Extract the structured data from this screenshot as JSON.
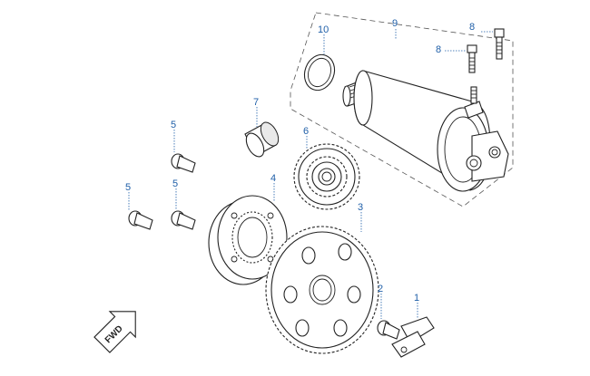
{
  "diagram": {
    "callouts": [
      {
        "id": "c1",
        "label": "1"
      },
      {
        "id": "c2",
        "label": "2"
      },
      {
        "id": "c3",
        "label": "3"
      },
      {
        "id": "c4",
        "label": "4"
      },
      {
        "id": "c5a",
        "label": "5"
      },
      {
        "id": "c5b",
        "label": "5"
      },
      {
        "id": "c5c",
        "label": "5"
      },
      {
        "id": "c6",
        "label": "6"
      },
      {
        "id": "c7",
        "label": "7"
      },
      {
        "id": "c8a",
        "label": "8"
      },
      {
        "id": "c8b",
        "label": "8"
      },
      {
        "id": "c9",
        "label": "9"
      },
      {
        "id": "c10",
        "label": "10"
      }
    ],
    "fwd_badge": "FWD",
    "colors": {
      "callout": "#1f5fa8",
      "line": "#222222"
    }
  }
}
